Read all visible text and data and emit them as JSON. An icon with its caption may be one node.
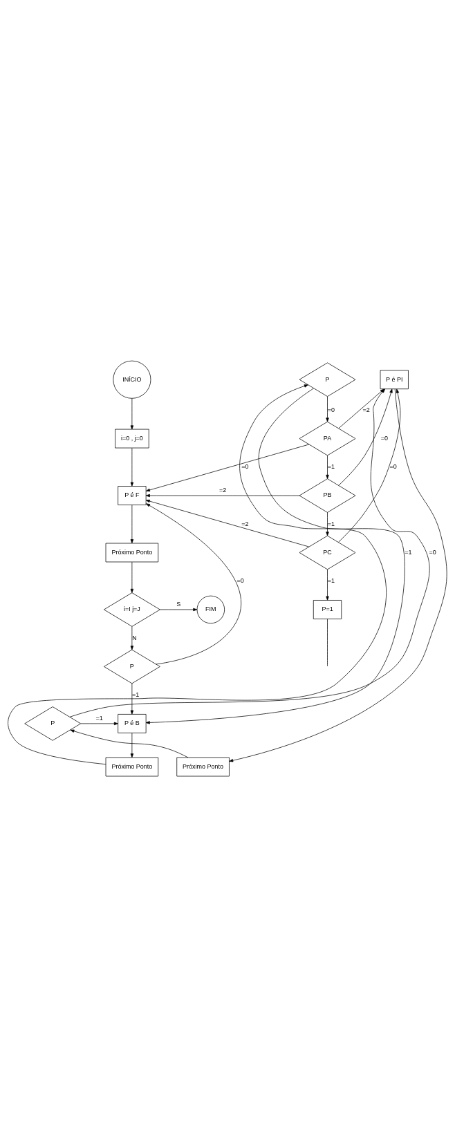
{
  "diagram": {
    "nodes": [
      {
        "text": [
          "INÍCIO"
        ]
      },
      {
        "text": [
          "i=0 , j=0"
        ]
      },
      {
        "text": [
          "P é F"
        ]
      },
      {
        "text": [
          "Próximo Ponto"
        ]
      },
      {
        "text": [
          "i=I j=J"
        ]
      },
      {
        "text": [
          "FIM"
        ]
      },
      {
        "text": [
          "P"
        ]
      },
      {
        "text": [
          "P"
        ]
      },
      {
        "text": [
          "Próximo Ponto"
        ]
      },
      {
        "text": [
          "P é PI"
        ]
      },
      {
        "text": [
          "P é B"
        ]
      },
      {
        "text": [
          "Próximo Ponto"
        ]
      },
      {
        "text": [
          "P"
        ]
      },
      {
        "text": [
          "PA"
        ]
      },
      {
        "text": [
          "PB"
        ]
      },
      {
        "text": [
          "PC"
        ]
      },
      {
        "text": [
          "P=1"
        ]
      }
    ],
    "edges": [
      {
        "from": 0,
        "to": 1,
        "arrow": "to"
      },
      {
        "from": 1,
        "to": 2,
        "arrow": "to"
      },
      {
        "from": 2,
        "to": 3,
        "arrow": "to"
      },
      {
        "from": 3,
        "to": 4,
        "arrow": "to"
      },
      {
        "from": 4,
        "to": 5,
        "arrow": "to",
        "label": "S"
      },
      {
        "from": 4,
        "to": 6,
        "arrow": "to",
        "label": "N"
      },
      {
        "from": 6,
        "to": 2,
        "arrow": "to",
        "label": "=0"
      },
      {
        "from": 6,
        "to": 10,
        "arrow": "to",
        "label": "=1"
      },
      {
        "from": 7,
        "to": 9,
        "arrow": "to",
        "label": "=0"
      },
      {
        "from": 7,
        "to": 10,
        "arrow": "to",
        "label": "=1"
      },
      {
        "from": 8,
        "to": 7,
        "arrow": "to"
      },
      {
        "from": 9,
        "to": 8,
        "arrow": "to"
      },
      {
        "from": 10,
        "to": 11,
        "arrow": "to"
      },
      {
        "from": 11,
        "to": 12,
        "arrow": "to"
      },
      {
        "from": 12,
        "to": 10,
        "arrow": "to",
        "label": "=1"
      },
      {
        "from": 12,
        "to": 13,
        "arrow": "to",
        "label": "=0"
      },
      {
        "from": 13,
        "to": 9,
        "arrow": "to",
        "label": "=2"
      },
      {
        "from": 13,
        "to": 2,
        "arrow": "to",
        "label": "=0"
      },
      {
        "from": 13,
        "to": 14,
        "arrow": "to",
        "label": "=1"
      },
      {
        "from": 14,
        "to": 9,
        "arrow": "to",
        "label": "=0"
      },
      {
        "from": 14,
        "to": 2,
        "arrow": "to",
        "label": "=2"
      },
      {
        "from": 14,
        "to": 15,
        "arrow": "to",
        "label": "=1"
      },
      {
        "from": 15,
        "to": 9,
        "arrow": "to",
        "label": "=0"
      },
      {
        "from": 15,
        "to": 2,
        "arrow": "to",
        "label": "=2"
      },
      {
        "from": 15,
        "to": 16,
        "arrow": "to",
        "label": "=1"
      },
      {
        "from": 16,
        "to": null,
        "arrow": "none"
      }
    ]
  }
}
